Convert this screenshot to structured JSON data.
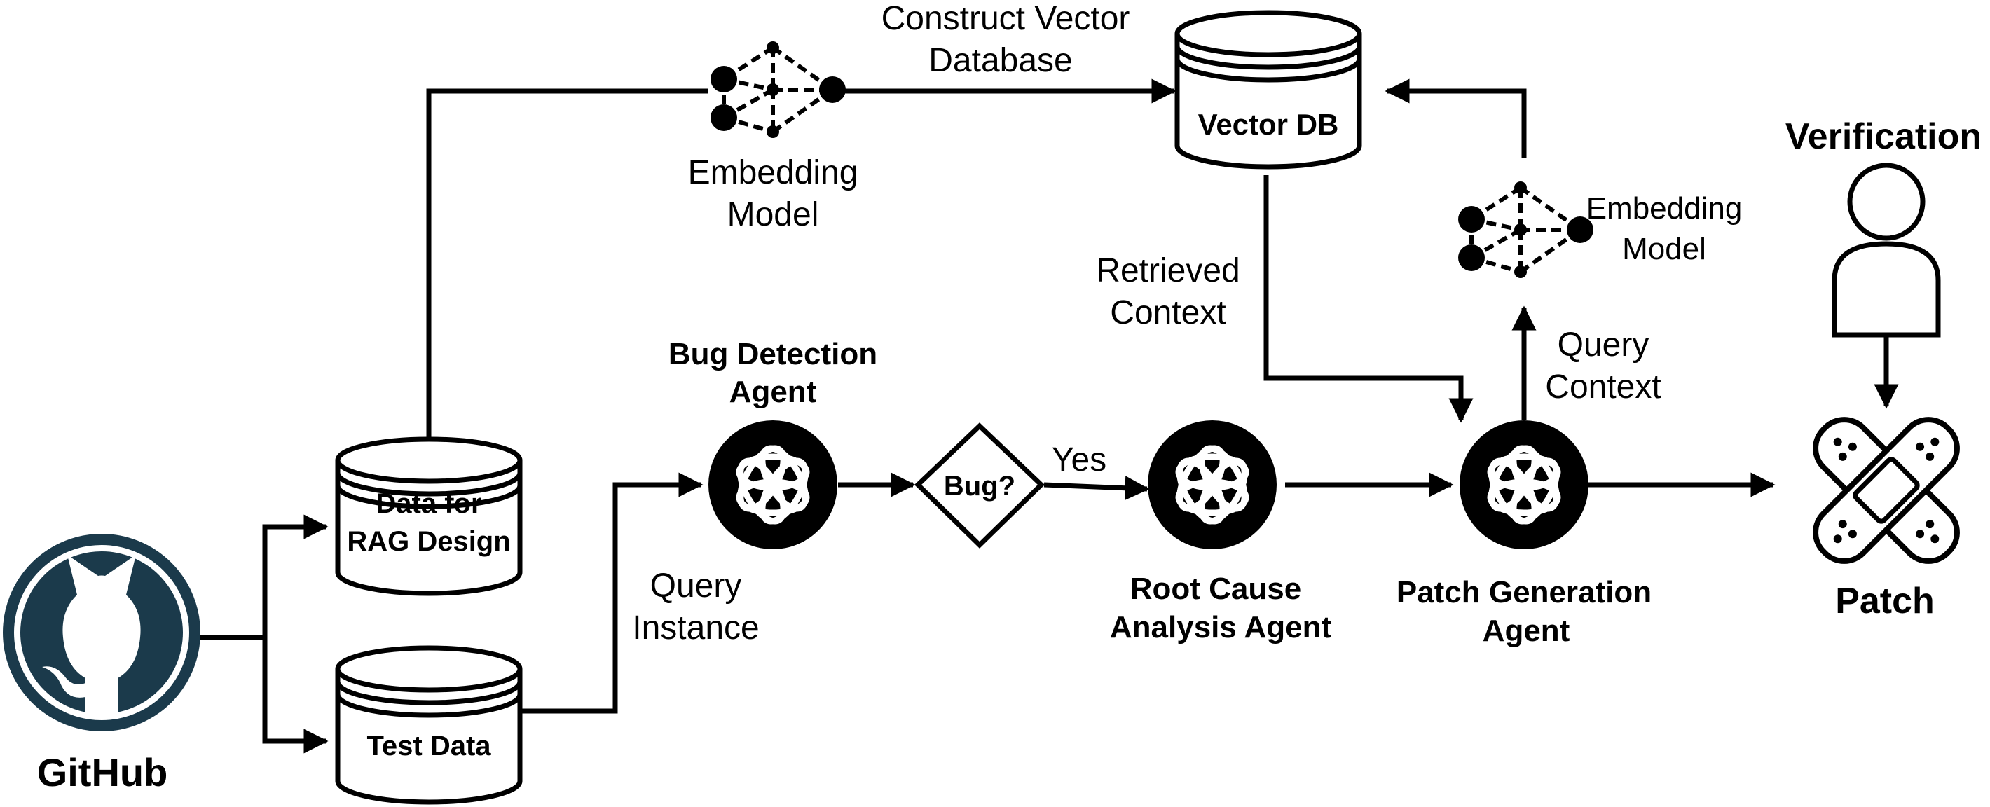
{
  "nodes": {
    "github": {
      "label": "GitHub"
    },
    "rag_data": {
      "label_line1": "Data for",
      "label_line2": "RAG Design"
    },
    "test_data": {
      "label": "Test Data"
    },
    "vector_db": {
      "label": "Vector DB"
    },
    "bug_agent": {
      "label_line1": "Bug Detection",
      "label_line2": "Agent"
    },
    "bug_decision": {
      "label": "Bug?"
    },
    "rca_agent": {
      "label_line1": "Root Cause",
      "label_line2": "Analysis Agent"
    },
    "patch_agent": {
      "label_line1": "Patch Generation",
      "label_line2": "Agent"
    },
    "verification": {
      "label": "Verification"
    },
    "patch": {
      "label": "Patch"
    }
  },
  "edges": {
    "construct": {
      "line1": "Construct Vector",
      "line2": "Database"
    },
    "embedding_top": {
      "line1": "Embedding",
      "line2": "Model"
    },
    "embedding_right": {
      "line1": "Embedding",
      "line2": "Model"
    },
    "retrieved": {
      "line1": "Retrieved",
      "line2": "Context"
    },
    "query_context": {
      "line1": "Query",
      "line2": "Context"
    },
    "query_instance": {
      "line1": "Query",
      "line2": "Instance"
    },
    "yes": {
      "label": "Yes"
    }
  },
  "icons": [
    "github-icon",
    "database-icon",
    "embedding-model-icon",
    "openai-agent-icon",
    "user-icon",
    "bandage-patch-icon"
  ],
  "colors": {
    "stroke": "#000000",
    "github_dark": "#1b3a4b"
  }
}
